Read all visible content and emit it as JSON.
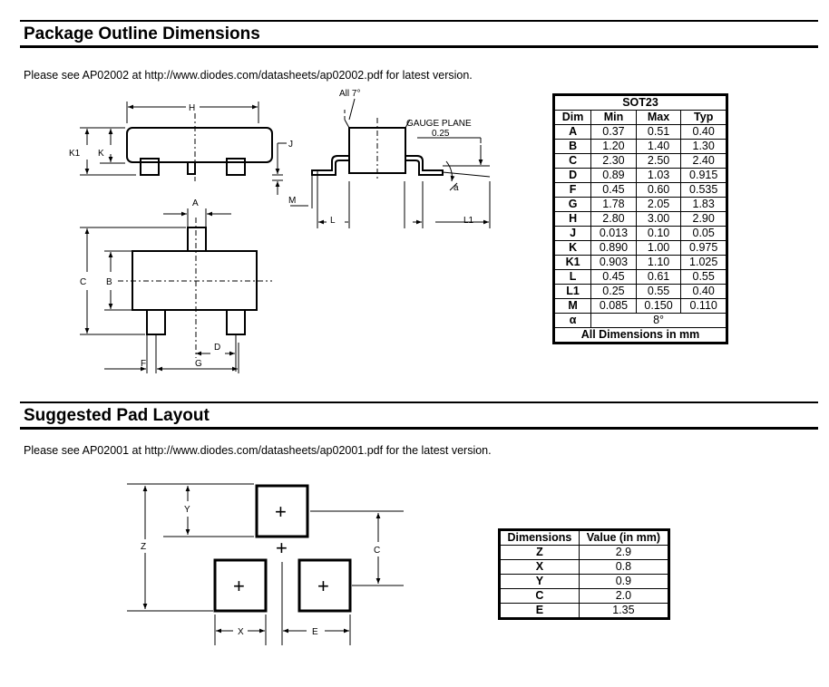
{
  "section1": {
    "title": "Package Outline Dimensions",
    "note": "Please see AP02002 at http://www.diodes.com/datasheets/ap02002.pdf for latest version."
  },
  "outline_labels": {
    "h": "H",
    "k1": "K1",
    "k": "K",
    "j": "J",
    "m": "M",
    "all7": "All 7°",
    "gauge": "GAUGE PLANE",
    "gauge_val": "0.25",
    "a_angle": "a",
    "l": "L",
    "l1": "L1",
    "a": "A",
    "c": "C",
    "b": "B",
    "d": "D",
    "f": "F",
    "g": "G"
  },
  "sot23_table": {
    "title": "SOT23",
    "headers": [
      "Dim",
      "Min",
      "Max",
      "Typ"
    ],
    "rows": [
      [
        "A",
        "0.37",
        "0.51",
        "0.40"
      ],
      [
        "B",
        "1.20",
        "1.40",
        "1.30"
      ],
      [
        "C",
        "2.30",
        "2.50",
        "2.40"
      ],
      [
        "D",
        "0.89",
        "1.03",
        "0.915"
      ],
      [
        "F",
        "0.45",
        "0.60",
        "0.535"
      ],
      [
        "G",
        "1.78",
        "2.05",
        "1.83"
      ],
      [
        "H",
        "2.80",
        "3.00",
        "2.90"
      ],
      [
        "J",
        "0.013",
        "0.10",
        "0.05"
      ],
      [
        "K",
        "0.890",
        "1.00",
        "0.975"
      ],
      [
        "K1",
        "0.903",
        "1.10",
        "1.025"
      ],
      [
        "L",
        "0.45",
        "0.61",
        "0.55"
      ],
      [
        "L1",
        "0.25",
        "0.55",
        "0.40"
      ],
      [
        "M",
        "0.085",
        "0.150",
        "0.110"
      ]
    ],
    "alpha_dim": "α",
    "alpha_val": "8°",
    "footer": "All Dimensions in mm"
  },
  "section2": {
    "title": "Suggested Pad Layout",
    "note": "Please see AP02001 at http://www.diodes.com/datasheets/ap02001.pdf for the latest version."
  },
  "pad_labels": {
    "y": "Y",
    "z": "Z",
    "c": "C",
    "x": "X",
    "e": "E",
    "plus": "+"
  },
  "pad_table": {
    "headers": [
      "Dimensions",
      "Value (in mm)"
    ],
    "rows": [
      [
        "Z",
        "2.9"
      ],
      [
        "X",
        "0.8"
      ],
      [
        "Y",
        "0.9"
      ],
      [
        "C",
        "2.0"
      ],
      [
        "E",
        "1.35"
      ]
    ]
  }
}
